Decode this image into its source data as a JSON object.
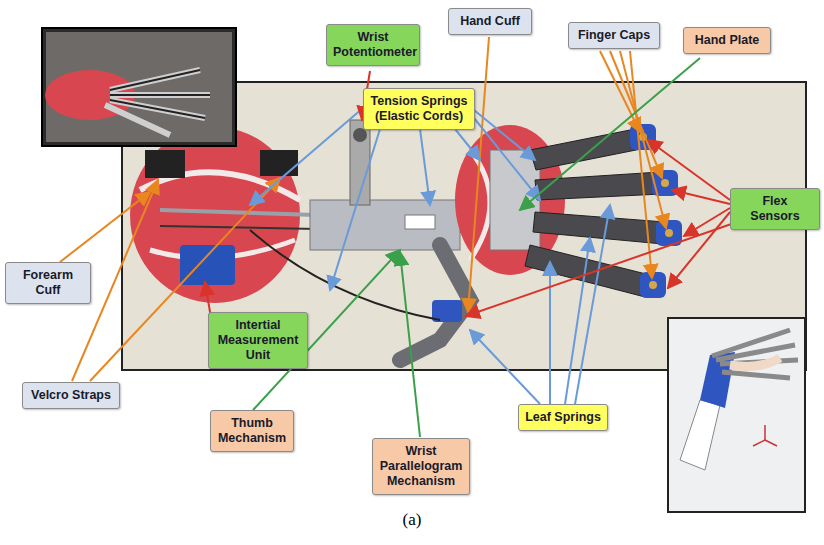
{
  "diagram": {
    "caption": "(a)",
    "nodes": [
      {
        "text": [
          "Hand Cuff"
        ]
      },
      {
        "text": [
          "Wrist Potentiometer"
        ]
      },
      {
        "text": [
          "Finger Caps"
        ]
      },
      {
        "text": [
          "Hand Plate"
        ]
      },
      {
        "text": [
          "Tension Springs (Elastic Cords)"
        ]
      },
      {
        "text": [
          "Flex Sensors"
        ]
      },
      {
        "text": [
          "Forearm Cuff"
        ]
      },
      {
        "text": [
          "Intertial Measurement Unit"
        ]
      },
      {
        "text": [
          "Velcro Straps"
        ]
      },
      {
        "text": [
          "Leaf Springs"
        ]
      },
      {
        "text": [
          "Thumb Mechanism"
        ]
      },
      {
        "text": [
          "Wrist Parallelogram Mechanism"
        ]
      }
    ]
  }
}
